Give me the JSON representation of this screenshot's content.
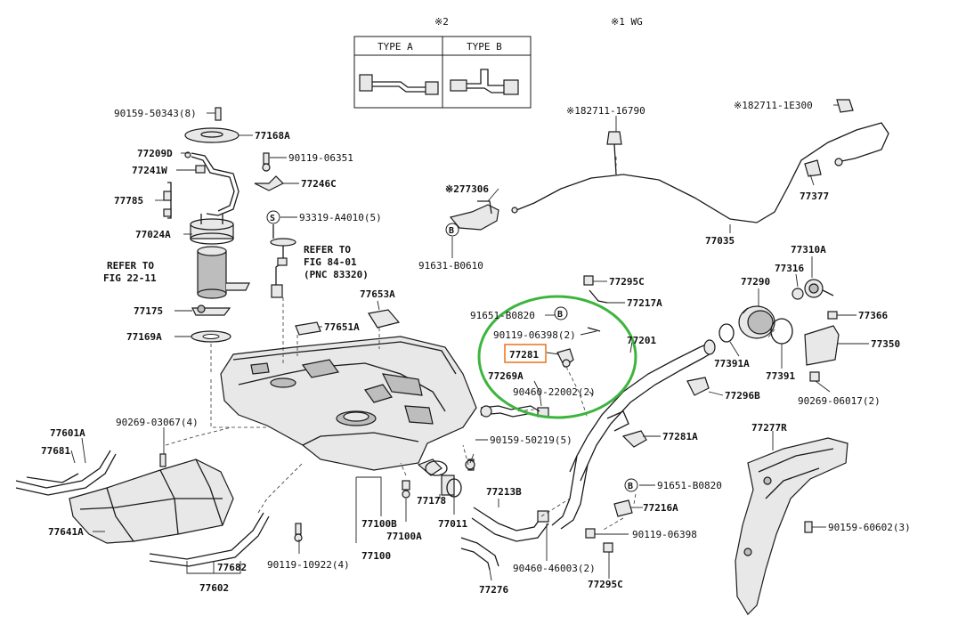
{
  "notes": {
    "mark1": "※1 WG",
    "mark2": "※2"
  },
  "type_table": {
    "type_a": "TYPE A",
    "type_b": "TYPE B"
  },
  "refer_notes": {
    "fig22": [
      "REFER TO",
      "FIG 22-11"
    ],
    "fig84": [
      "REFER TO",
      "FIG 84-01",
      "(PNC 83320)"
    ]
  },
  "circle_letters": {
    "b": "B",
    "s": "S"
  },
  "labels": {
    "p90159_50343": "90159-50343(8)",
    "p77168A": "77168A",
    "p77209D": "77209D",
    "p90119_06351": "90119-06351",
    "p77241W": "77241W",
    "p77246C": "77246C",
    "p77785": "77785",
    "p93319": "93319-A4010(5)",
    "p77024A": "77024A",
    "p77175": "77175",
    "p77169A": "77169A",
    "p77653A": "77653A",
    "p77651A": "77651A",
    "p182711_16790": "※182711-16790",
    "p182711_1e300": "※182711-1E300",
    "p277306": "※277306",
    "p77377": "77377",
    "p91631": "91631-B0610",
    "p77035": "77035",
    "p77310A": "77310A",
    "p77316": "77316",
    "p77290": "77290",
    "p77295C_top": "77295C",
    "p77217A": "77217A",
    "p91651_b0820_top": "91651-B0820",
    "p90119_06398": "90119-06398(2)",
    "p77201": "77201",
    "p77281_hl": "77281",
    "p77269A": "77269A",
    "p90460_22002": "90460-22002(2)",
    "p77366": "77366",
    "p77350": "77350",
    "p77391A": "77391A",
    "p77391": "77391",
    "p77296B": "77296B",
    "p90269_06017": "90269-06017(2)",
    "p77281A": "77281A",
    "p90159_50219": "90159-50219(5)",
    "p90269_03067": "90269-03067(4)",
    "p77601A": "77601A",
    "p77681": "77681",
    "p77641A": "77641A",
    "p77682": "77682",
    "p77602": "77602",
    "p90119_10922": "90119-10922(4)",
    "p77100B": "77100B",
    "p77100A": "77100A",
    "p77100": "77100",
    "p77178": "77178",
    "p77011": "77011",
    "p77213B": "77213B",
    "p77276": "77276",
    "p90460_46003": "90460-46003(2)",
    "p77295C_bot": "77295C",
    "p91651_b0820_bot": "91651-B0820",
    "p77216A": "77216A",
    "p90119_06398_bot": "90119-06398",
    "p77277R": "77277R",
    "p90159_60602": "90159-60602(3)"
  },
  "colors": {
    "highlight_box": "#e8721c",
    "highlight_ellipse": "#3db53d",
    "line": "#1a1a1a"
  }
}
